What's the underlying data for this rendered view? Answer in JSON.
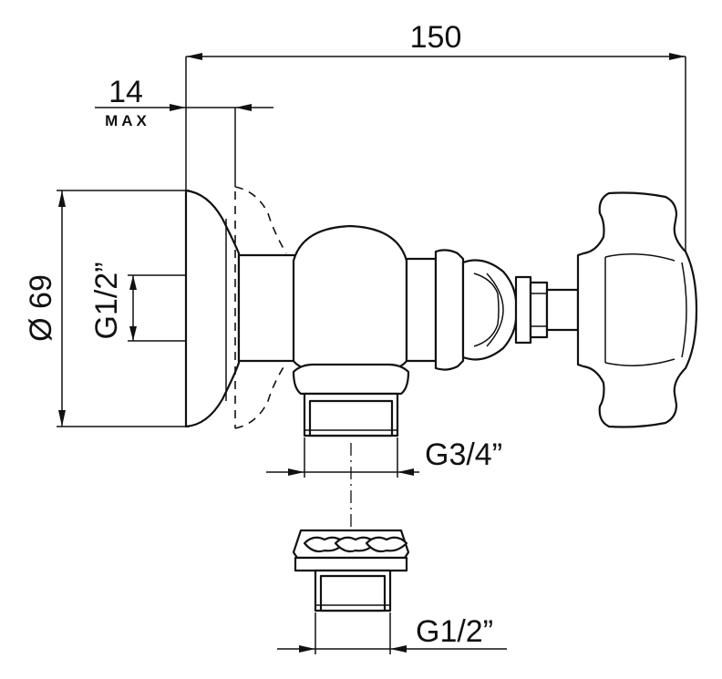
{
  "dimensions": {
    "overall_length": "150",
    "wall_depth": "14",
    "wall_depth_note": "MAX",
    "rosette_diameter": "Ø 69",
    "inlet_thread": "G1/2”",
    "outlet_thread": "G3/4”",
    "adapter_thread": "G1/2”"
  }
}
